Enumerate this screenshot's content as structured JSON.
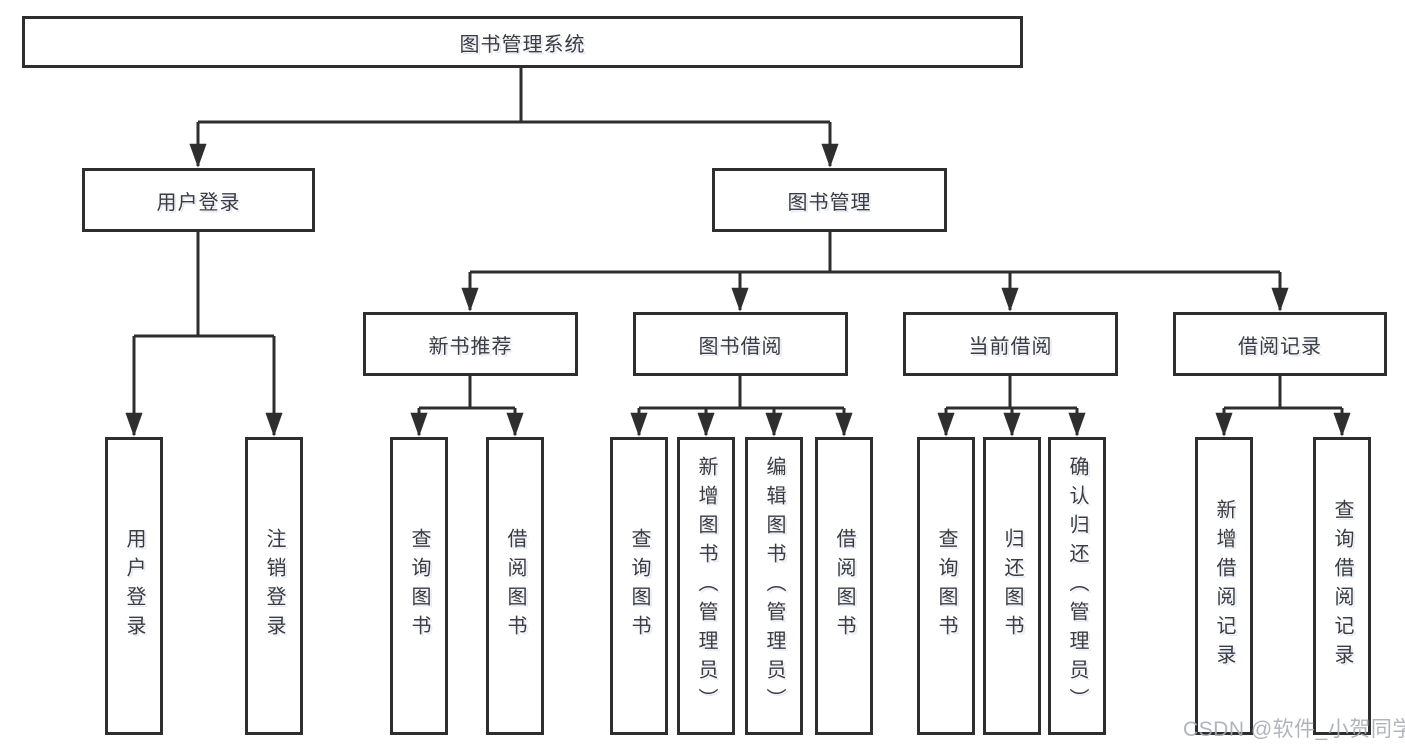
{
  "diagram": {
    "root": "图书管理系统",
    "user_login": {
      "label": "用户登录",
      "children": [
        "用户登录",
        "注销登录"
      ]
    },
    "book_mgmt": {
      "label": "图书管理",
      "sections": [
        {
          "label": "新书推荐",
          "children": [
            "查询图书",
            "借阅图书"
          ]
        },
        {
          "label": "图书借阅",
          "children": [
            "查询图书",
            "新增图书（管理员）",
            "编辑图书（管理员）",
            "借阅图书"
          ]
        },
        {
          "label": "当前借阅",
          "children": [
            "查询图书",
            "归还图书",
            "确认归还（管理员）"
          ]
        },
        {
          "label": "借阅记录",
          "children": [
            "新增借阅记录",
            "查询借阅记录"
          ]
        }
      ]
    }
  },
  "watermark": "CSDN @软件_小贺同学",
  "colors": {
    "line": "#2e2e2e",
    "text": "#3c3c3c",
    "watermark": "#a9aeb4",
    "background": "#ffffff"
  }
}
